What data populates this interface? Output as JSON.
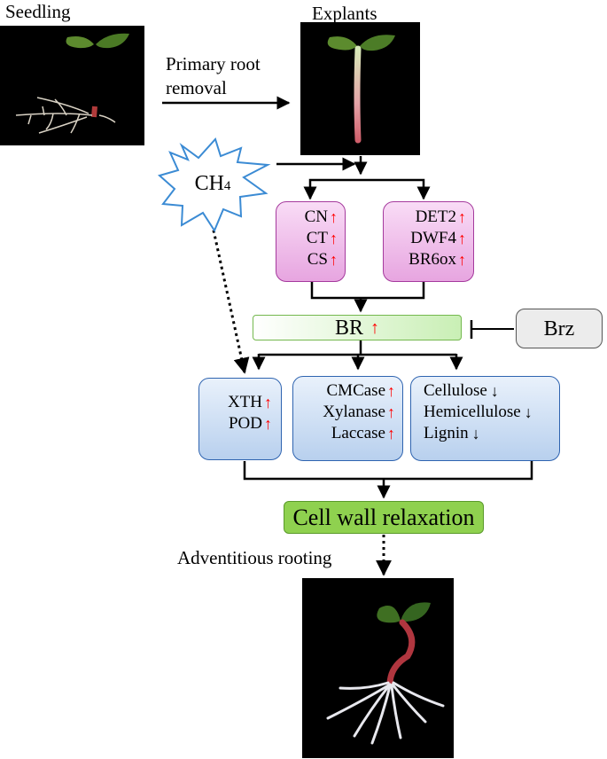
{
  "labels": {
    "seedling": "Seedling",
    "explants": "Explants",
    "primary_root_line1": "Primary root",
    "primary_root_line2": "removal",
    "ch4_main": "CH",
    "ch4_sub": "4",
    "adventitious": "Adventitious rooting",
    "br": "BR",
    "brz": "Brz",
    "cell_wall": "Cell wall relaxation"
  },
  "pink_left": [
    {
      "text": "CN",
      "trend": "up"
    },
    {
      "text": "CT",
      "trend": "up"
    },
    {
      "text": "CS",
      "trend": "up"
    }
  ],
  "pink_right": [
    {
      "text": "DET2",
      "trend": "up"
    },
    {
      "text": "DWF4",
      "trend": "up"
    },
    {
      "text": "BR6ox",
      "trend": "up"
    }
  ],
  "blue_1": [
    {
      "text": "XTH",
      "trend": "up"
    },
    {
      "text": "POD",
      "trend": "up"
    }
  ],
  "blue_2": [
    {
      "text": "CMCase",
      "trend": "up"
    },
    {
      "text": "Xylanase",
      "trend": "up"
    },
    {
      "text": "Laccase",
      "trend": "up"
    }
  ],
  "blue_3": [
    {
      "text": "Cellulose",
      "trend": "down"
    },
    {
      "text": "Hemicellulose",
      "trend": "down"
    },
    {
      "text": "Lignin",
      "trend": "down"
    }
  ],
  "arrows": {
    "up": "↑",
    "down": "↓"
  },
  "colors": {
    "up_arrow": "#ff0000",
    "pink_box": "#e7a5e0",
    "blue_box": "#b8d0ee",
    "br_box": "#c9efb5",
    "cell_wall_box": "#8fd14f",
    "star_outline": "#3b8bd4"
  }
}
